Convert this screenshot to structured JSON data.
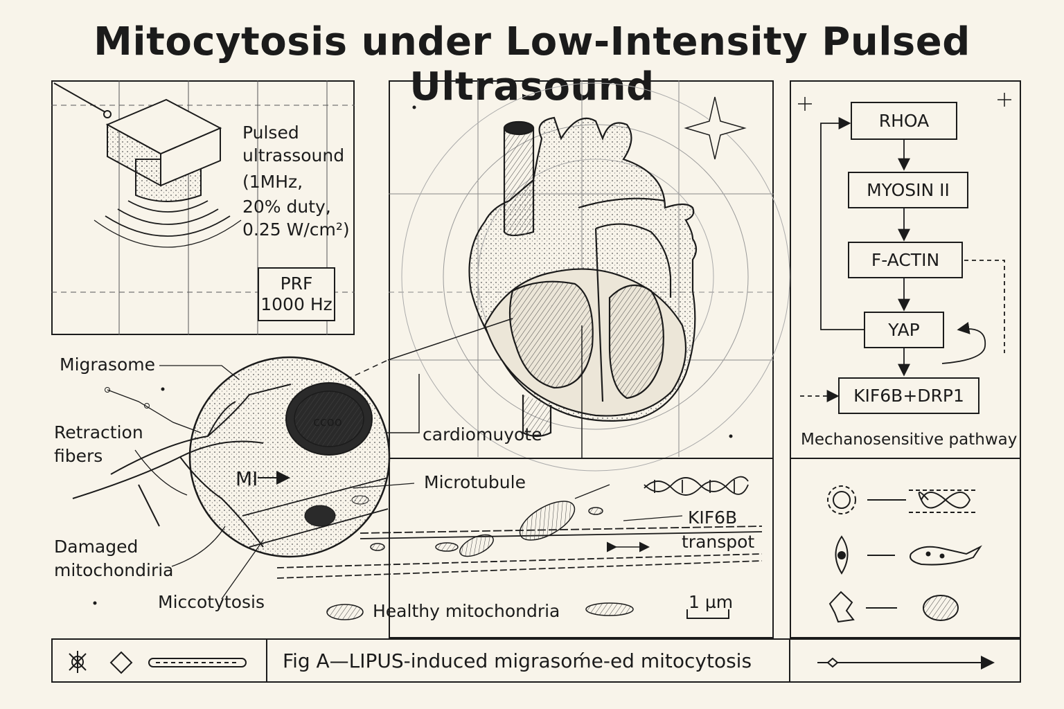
{
  "title": "Mitocytosis under Low-Intensity Pulsed Ultrasound",
  "transducer": {
    "text_lines": [
      "Pulsed",
      "ultrassound",
      "(1MHz,",
      "20% duty,",
      "0.25 W/cm²)"
    ],
    "prf": [
      "PRF",
      "1000 Hz"
    ]
  },
  "heart": {
    "label": "cardiomuyote"
  },
  "cell": {
    "migrasome": "Migrasome",
    "retraction_fibers": [
      "Retraction",
      "fibers"
    ],
    "mi_label": "MI",
    "mito_text": "ccoo",
    "damaged_mito": [
      "Damaged",
      "mitochondiria"
    ],
    "mitocytosis": "Miccotytosis",
    "microtubule": "Microtubule",
    "kif6b": [
      "KIF6B",
      "transpot"
    ],
    "healthy": "Healthy mitochondria",
    "scale": "1 µm"
  },
  "pathway": {
    "nodes": [
      "RHOA",
      "MYOSIN II",
      "F-ACTIN",
      "YAP",
      "KIF6B+DRP1"
    ],
    "caption": "Mechanosensitive pathway"
  },
  "icons": {
    "rows": [
      {
        "left": "gear-icon",
        "right": "infinity-icon"
      },
      {
        "left": "cell-icon",
        "right": "migrating-cell-icon"
      },
      {
        "left": "fragment-icon",
        "right": "mitochondrion-icon"
      }
    ]
  },
  "footer": {
    "caption": "Fig  A—LIPUS-induced migrasoḿe-ed mitocytosis"
  }
}
